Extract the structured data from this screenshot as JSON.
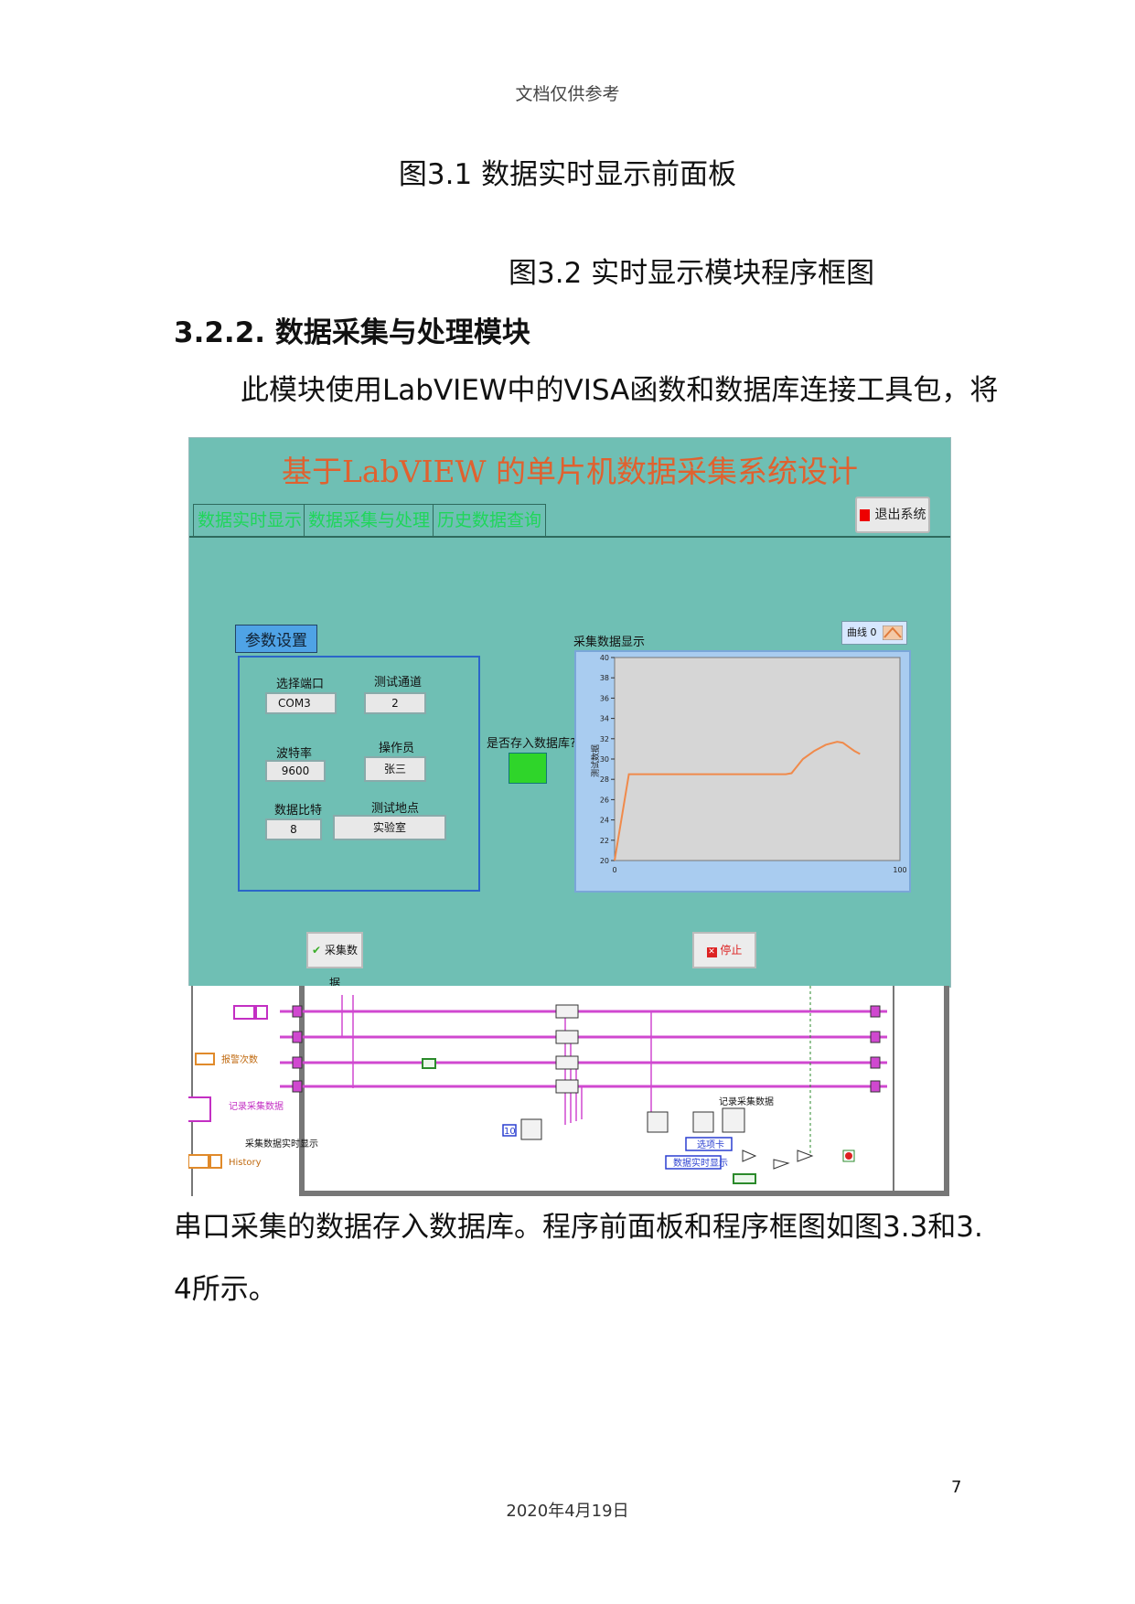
{
  "header": "文档仅供参考",
  "caption_31": "图3.1 数据实时显示前面板",
  "caption_32": "图3.2 实时显示模块程序框图",
  "section_heading": "3.2.2. 数据采集与处理模块",
  "para_line1": "此模块使用LabVIEW中的VISA函数和数据库连接工具包，将",
  "para_line2": "串口采集的数据存入数据库。程序前面板和程序框图如图3.3和3.",
  "para_line3": "4所示。",
  "page_number": "7",
  "footer_date": "2020年4月19日",
  "panel": {
    "title": "基于LabVIEW 的单片机数据采集系统设计",
    "tabs": [
      "数据实时显示",
      "数据采集与处理",
      "历史数据查询"
    ],
    "exit_label": "退出系统",
    "params_title": "参数设置",
    "port_label": "选择端口",
    "port_value": "COM3",
    "channel_label": "测试通道",
    "channel_value": "2",
    "baud_label": "波特率",
    "baud_value": "9600",
    "operator_label": "操作员",
    "operator_value": "张三",
    "databits_label": "数据比特",
    "databits_value": "8",
    "location_label": "测试地点",
    "location_value": "实验室",
    "store_label": "是否存入数据库?",
    "graph_title": "采集数据显示",
    "curve_label": "曲线 0",
    "collect_label": "采集数据",
    "stop_label": "停止"
  },
  "block_diagram": {
    "label_alarm": "报警次数",
    "label_record": "记录采集数据",
    "label_realtime": "采集数据实时显示",
    "label_history": "History",
    "label_record2": "记录采集数据",
    "label_tab": "选项卡",
    "label_display": "数据实时显示",
    "const_10": "10"
  },
  "chart_data": {
    "type": "line",
    "title": "采集数据显示",
    "ylabel": "测试数据",
    "xlim": [
      0,
      100
    ],
    "ylim": [
      20,
      40
    ],
    "xticks": [
      "0",
      "100"
    ],
    "yticks": [
      "20",
      "22",
      "24",
      "26",
      "28",
      "30",
      "32",
      "34",
      "36",
      "38",
      "40"
    ],
    "x": [
      0,
      5,
      10,
      20,
      30,
      40,
      50,
      60,
      62,
      64,
      66,
      70,
      74,
      78,
      80,
      82,
      84,
      86
    ],
    "y": [
      20,
      28.5,
      28.5,
      28.5,
      28.5,
      28.5,
      28.5,
      28.5,
      28.6,
      29.3,
      30.0,
      30.8,
      31.4,
      31.7,
      31.6,
      31.2,
      30.8,
      30.5
    ],
    "series": [
      {
        "color": "#f08a4b"
      }
    ],
    "grid": false
  }
}
